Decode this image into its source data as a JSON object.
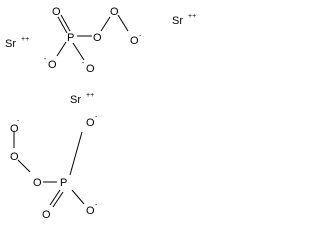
{
  "diagram": {
    "molecule": "strontium peroxyphosphate structure",
    "atoms": {
      "sr_top": "Sr",
      "sr_right": "Sr",
      "sr_mid": "Sr",
      "p_top": "P",
      "p_bottom": "P",
      "o": "O"
    },
    "charges": {
      "plus2": "++",
      "minus": "-"
    }
  }
}
